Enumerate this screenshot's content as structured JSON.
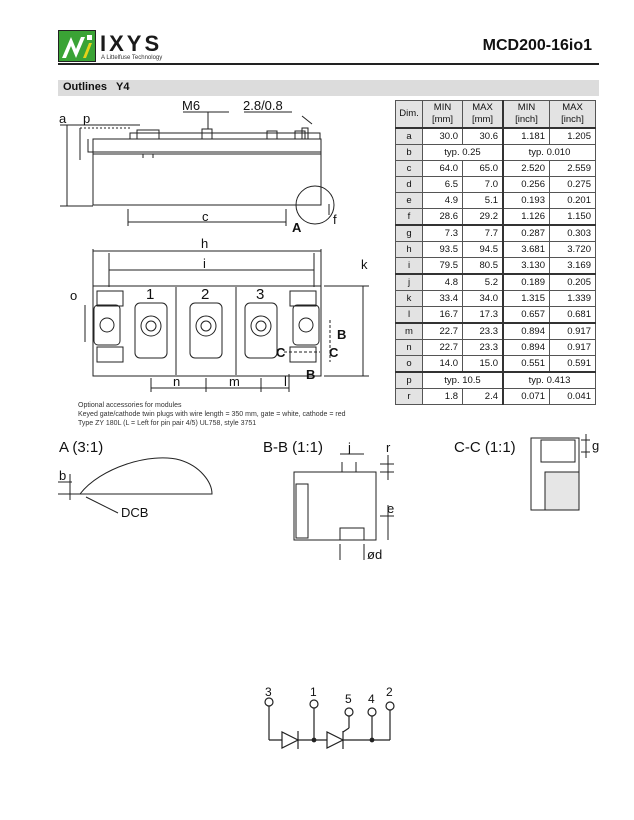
{
  "header": {
    "brand": "IXYS",
    "tagline": "A Littelfuse Technology",
    "part_number": "MCD200-16io1"
  },
  "outline": {
    "title": "Outlines",
    "code": "Y4"
  },
  "table": {
    "dim_header": "Dim.",
    "col_headers": [
      {
        "top": "MIN",
        "bottom": "[mm]"
      },
      {
        "top": "MAX",
        "bottom": "[mm]"
      },
      {
        "top": "MIN",
        "bottom": "[inch]"
      },
      {
        "top": "MAX",
        "bottom": "[inch]"
      }
    ],
    "rows": [
      {
        "dim": "a",
        "mm_min": "30.0",
        "mm_max": "30.6",
        "in_min": "1.181",
        "in_max": "1.205"
      },
      {
        "dim": "b",
        "mm_typ": "typ. 0.25",
        "in_typ": "typ. 0.010"
      },
      {
        "dim": "c",
        "mm_min": "64.0",
        "mm_max": "65.0",
        "in_min": "2.520",
        "in_max": "2.559"
      },
      {
        "dim": "d",
        "mm_min": "6.5",
        "mm_max": "7.0",
        "in_min": "0.256",
        "in_max": "0.275"
      },
      {
        "dim": "e",
        "mm_min": "4.9",
        "mm_max": "5.1",
        "in_min": "0.193",
        "in_max": "0.201"
      },
      {
        "dim": "f",
        "mm_min": "28.6",
        "mm_max": "29.2",
        "in_min": "1.126",
        "in_max": "1.150"
      },
      {
        "dim": "g",
        "mm_min": "7.3",
        "mm_max": "7.7",
        "in_min": "0.287",
        "in_max": "0.303"
      },
      {
        "dim": "h",
        "mm_min": "93.5",
        "mm_max": "94.5",
        "in_min": "3.681",
        "in_max": "3.720"
      },
      {
        "dim": "i",
        "mm_min": "79.5",
        "mm_max": "80.5",
        "in_min": "3.130",
        "in_max": "3.169"
      },
      {
        "dim": "j",
        "mm_min": "4.8",
        "mm_max": "5.2",
        "in_min": "0.189",
        "in_max": "0.205"
      },
      {
        "dim": "k",
        "mm_min": "33.4",
        "mm_max": "34.0",
        "in_min": "1.315",
        "in_max": "1.339"
      },
      {
        "dim": "l",
        "mm_min": "16.7",
        "mm_max": "17.3",
        "in_min": "0.657",
        "in_max": "0.681"
      },
      {
        "dim": "m",
        "mm_min": "22.7",
        "mm_max": "23.3",
        "in_min": "0.894",
        "in_max": "0.917"
      },
      {
        "dim": "n",
        "mm_min": "22.7",
        "mm_max": "23.3",
        "in_min": "0.894",
        "in_max": "0.917"
      },
      {
        "dim": "o",
        "mm_min": "14.0",
        "mm_max": "15.0",
        "in_min": "0.551",
        "in_max": "0.591"
      },
      {
        "dim": "p",
        "mm_typ": "typ. 10.5",
        "in_typ": "typ. 0.413"
      },
      {
        "dim": "r",
        "mm_min": "1.8",
        "mm_max": "2.4",
        "in_min": "0.071",
        "in_max": "0.041"
      }
    ]
  },
  "drawing_labels": {
    "a": "a",
    "p": "p",
    "m6": "M6",
    "spade": "2.8/0.8",
    "c": "c",
    "f": "f",
    "A": "A",
    "h": "h",
    "i": "i",
    "k": "k",
    "o": "o",
    "t1": "1",
    "t2": "2",
    "t3": "3",
    "B": "B",
    "C": "C",
    "n": "n",
    "m": "m",
    "l": "l"
  },
  "notes": [
    "Optional accessories for modules",
    "Keyed gate/cathode twin plugs with wire length = 350 mm, gate = white, cathode = red",
    "Type ZY 180L  (L = Left for pin pair 4/5) UL758, style 3751"
  ],
  "details": {
    "a_title": "A (3:1)",
    "b_label": "b",
    "dcb": "DCB",
    "bb_title": "B-B (1:1)",
    "j": "j",
    "r": "r",
    "e": "e",
    "d": "ød",
    "cc_title": "C-C (1:1)",
    "g": "g"
  },
  "schematic": {
    "pins": [
      "3",
      "1",
      "5",
      "4",
      "2"
    ]
  },
  "colors": {
    "logo_green": "#3aa335",
    "logo_yellow": "#e5d21a",
    "bar_gray": "#dcdcdc"
  }
}
